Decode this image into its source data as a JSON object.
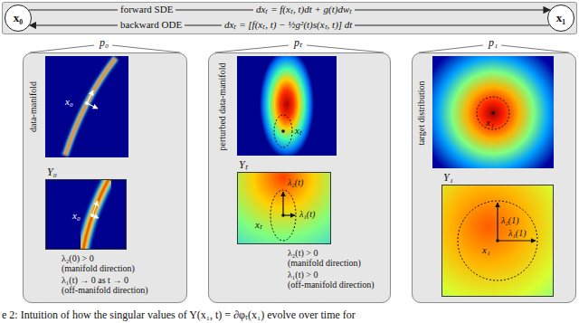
{
  "diagram": {
    "caption": "e 2: Intuition of how the singular values of Y(x₁, t) = ∂φₜ(x₁) evolve over time for",
    "nodes": [
      {
        "text": [
          "forward SDE",
          "dxₜ = f(xₜ, t)dt + g(t)dwₜ",
          "backward ODE",
          "dxₜ = [f(xₜ, t) − ½g²(t)s(xₜ, t)] dt"
        ]
      },
      {
        "text": [
          "x₀"
        ],
        "in": 0
      },
      {
        "text": [
          "x₁"
        ],
        "in": 0
      },
      {
        "text": [
          "data-manifold",
          "x₀",
          "λ₂(0) > 0",
          "(manifold direction)",
          "λ₁(t) → 0 as t → 0",
          "(off-manifold direction)"
        ]
      },
      {
        "text": [
          "Y₀",
          "x₀"
        ],
        "in": 3
      },
      {
        "text": [
          "perturbed data-manifold",
          "xₜ",
          "λ₂(t) > 0",
          "(manifold direction)",
          "λ₁(t) > 0",
          "(off-manifold direction)"
        ]
      },
      {
        "text": [
          "Yₜ",
          "xₜ",
          "λ₂(t)",
          "λ₁(t)"
        ],
        "in": 5
      },
      {
        "text": [
          "target distribution",
          "x₁"
        ]
      },
      {
        "text": [
          "Y₁",
          "x₁",
          "λ₂(1)",
          "λ₁(1)"
        ],
        "in": 7
      }
    ],
    "edges": [
      {
        "from": 1,
        "to": 2,
        "arrow": "to"
      },
      {
        "from": 2,
        "to": 1,
        "arrow": "to"
      }
    ],
    "labels": [
      "p₀",
      "pₜ",
      "p₁"
    ]
  }
}
